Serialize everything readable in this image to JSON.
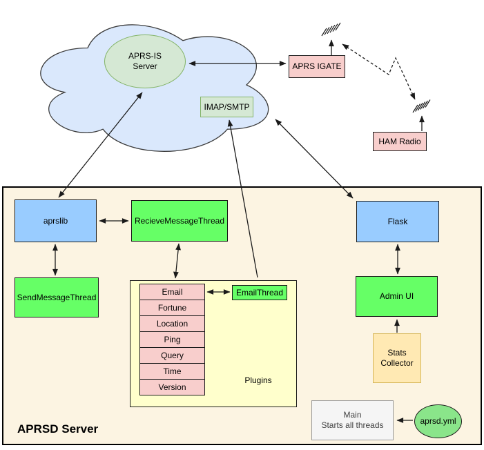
{
  "title_label": "APRSD Server",
  "colors": {
    "cloud_fill": "#dae8fc",
    "pale_green_fill": "#d5e8d4",
    "pale_green_stroke": "#82b366",
    "pink_fill": "#f8cecc",
    "blue_fill": "#99ccff",
    "bright_green_fill": "#66ff66",
    "plugins_yellow_fill": "#ffffcc",
    "stats_fill": "#ffe9b3",
    "stats_stroke": "#d6b656",
    "main_fill": "#f5f5f5",
    "yml_green_fill": "#8ae58a",
    "container_fill": "#fcf4e2",
    "line": "#1a1a1a"
  },
  "cloud": {
    "aprs_is": {
      "line1": "APRS-IS",
      "line2": "Server"
    },
    "imap_smtp": "IMAP/SMTP"
  },
  "radio": {
    "aprs_igate": "APRS IGATE",
    "ham_radio": "HAM Radio"
  },
  "server": {
    "aprslib": "aprslib",
    "recieve_thread": "RecieveMessageThread",
    "send_thread": "SendMessageThread",
    "flask": "Flask",
    "admin_ui": "Admin UI",
    "stats": {
      "line1": "Stats",
      "line2": "Collector"
    },
    "main": {
      "line1": "Main",
      "line2": "Starts all threads"
    },
    "aprsd_yml": "aprsd.yml",
    "plugins": {
      "label": "Plugins",
      "email_thread": "EmailThread",
      "items": [
        "Email",
        "Fortune",
        "Location",
        "Ping",
        "Query",
        "Time",
        "Version"
      ]
    }
  }
}
